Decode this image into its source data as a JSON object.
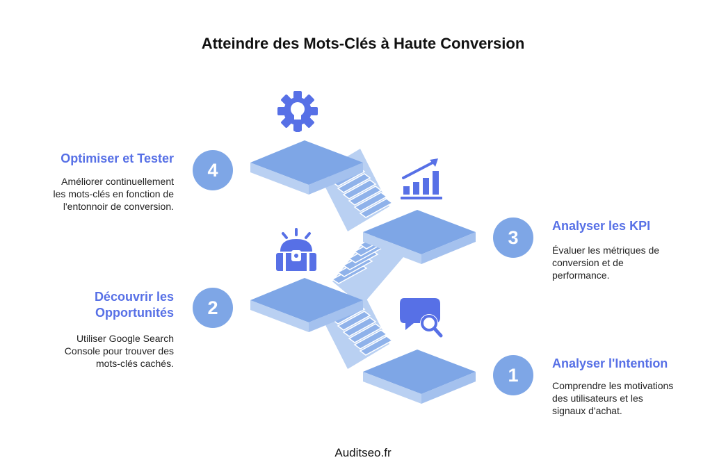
{
  "title": "Atteindre des Mots-Clés à Haute Conversion",
  "footer": "Auditseo.fr",
  "colors": {
    "accent": "#5770e6",
    "step_fill": "#7ea6e6",
    "step_side": "#b9d0f2"
  },
  "steps": [
    {
      "number": "1",
      "heading": "Analyser l'Intention",
      "description": "Comprendre les motivations des utilisateurs et les signaux d'achat.",
      "icon": "search-chat-icon"
    },
    {
      "number": "2",
      "heading": "Découvrir les Opportunités",
      "description": "Utiliser Google Search Console pour trouver des mots-clés cachés.",
      "icon": "treasure-chest-icon"
    },
    {
      "number": "3",
      "heading": "Analyser les KPI",
      "description": "Évaluer les métriques de conversion et de performance.",
      "icon": "bar-chart-icon"
    },
    {
      "number": "4",
      "heading": "Optimiser et Tester",
      "description": "Améliorer continuellement les mots-clés en fonction de l'entonnoir de conversion.",
      "icon": "gear-bulb-icon"
    }
  ]
}
